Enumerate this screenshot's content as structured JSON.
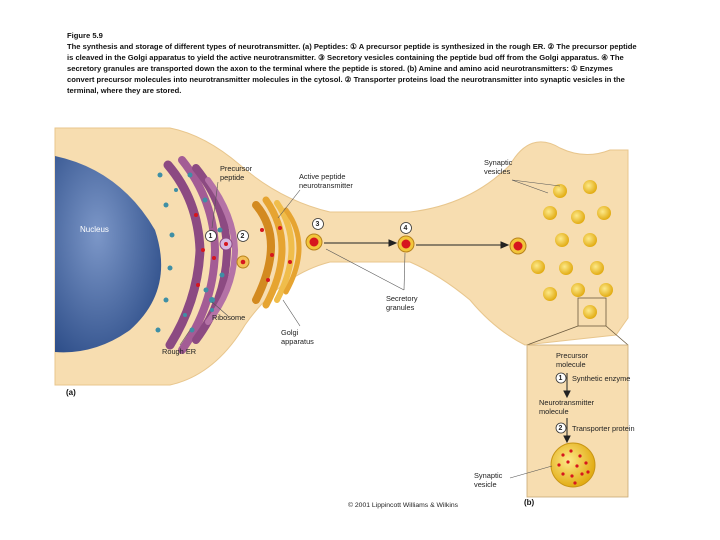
{
  "caption": {
    "title": "Figure 5.9",
    "body": "The synthesis and storage of different types of neurotransmitter. (a) Peptides: ① A precursor peptide is synthesized in the rough ER. ② The precursor peptide is cleaved in the Golgi apparatus to yield the active neurotransmitter. ③ Secretory vesicles containing the peptide bud off from the Golgi apparatus. ④ The secretory granules are transported down the axon to the terminal where the peptide is stored. (b) Amine and amino acid neurotransmitters: ① Enzymes convert precursor molecules into neurotransmitter molecules in the cytosol. ② Transporter proteins load the neurotransmitter into synaptic vesicles in the terminal, where they are stored."
  },
  "labels": {
    "nucleus": "Nucleus",
    "precursor_peptide": "Precursor\npeptide",
    "active_peptide": "Active peptide\nneurotransmitter",
    "synaptic_vesicles": "Synaptic\nvesicles",
    "secretory_granules": "Secretory\ngranules",
    "ribosome": "Ribosome",
    "rough_er": "Rough ER",
    "golgi": "Golgi\napparatus",
    "panel_a": "(a)",
    "panel_b": "(b)"
  },
  "steps_a": [
    "1",
    "2",
    "3",
    "4"
  ],
  "inset": {
    "precursor": "Precursor\nmolecule",
    "synthetic_enzyme": "Synthetic enzyme",
    "neurotransmitter": "Neurotransmitter\nmolecule",
    "transporter": "Transporter protein",
    "synaptic_vesicle": "Synaptic\nvesicle",
    "step1": "1",
    "step2": "2"
  },
  "copyright": "© 2001 Lippincott Williams & Wilkins",
  "colors": {
    "cytoplasm": "#f7ddb0",
    "nucleus": "#4d6fa8",
    "er": "#8c4a82",
    "golgi": "#e6a431",
    "vesicle": "#f2c63c",
    "granule": "#d6161e"
  }
}
